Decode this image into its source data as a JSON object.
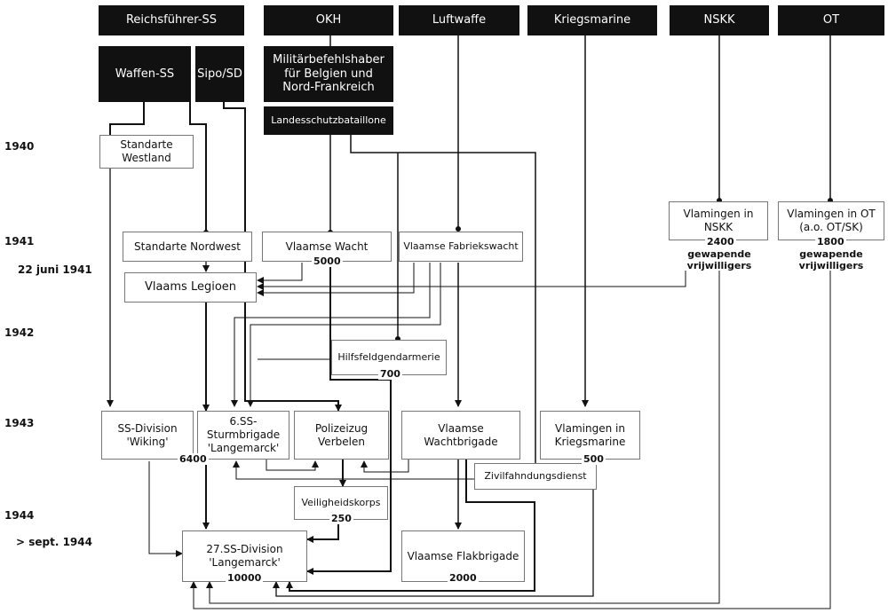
{
  "headers": {
    "reichsfuhrer": "Reichsführer-SS",
    "okh": "OKH",
    "luftwaffe": "Luftwaffe",
    "kriegsmarine": "Kriegsmarine",
    "nskk": "NSKK",
    "ot": "OT",
    "waffen_ss": "Waffen-SS",
    "sipo": "Sipo/SD",
    "militar": "Militärbefehlshaber für Belgien und Nord-Frankreich",
    "landesschutz": "Landesschutzbataillone"
  },
  "years": {
    "y1940": "1940",
    "y1941": "1941",
    "y22juni": "22 juni 1941",
    "y1942": "1942",
    "y1943": "1943",
    "y1944": "1944",
    "ysept": "> sept. 1944"
  },
  "units": {
    "westland": "Standarte Westland",
    "nordwest": "Standarte Nordwest",
    "vlaamse_wacht": "Vlaamse Wacht",
    "fabriekswacht": "Vlaamse Fabriekswacht",
    "nskk_vl": "Vlamingen in NSKK",
    "ot_vl": "Vlamingen in OT (a.o. OT/SK)",
    "legioen": "Vlaams Legioen",
    "hilfsfeld": "Hilfsfeldgendarmerie",
    "wiking": "SS-Division 'Wiking'",
    "sturmbrigade": "6.SS-Sturmbrigade 'Langemarck'",
    "polizeizug": "Polizeizug Verbelen",
    "wachtbrigade": "Vlaamse Wachtbrigade",
    "kriegsmarine_vl": "Vlamingen in Kriegsmarine",
    "zivilfahndung": "Zivilfahndungsdienst",
    "veiligheid": "Veiligheidskorps",
    "div27": "27.SS-Division 'Langemarck'",
    "flakbrigade": "Vlaamse Flakbrigade"
  },
  "numbers": {
    "vlaamse_wacht": "5000",
    "nskk": "2400",
    "ot": "1800",
    "hilfsfeld": "700",
    "wiking": "6400",
    "kriegsmarine": "500",
    "veiligheid": "250",
    "div27": "10000",
    "flak": "2000"
  },
  "notes": {
    "nskk": "gewapende vrijwilligers",
    "ot": "gewapende vrijwilligers"
  }
}
